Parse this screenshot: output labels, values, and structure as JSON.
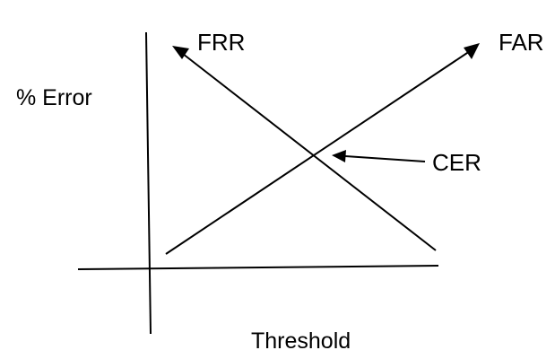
{
  "axes": {
    "y_label": "% Error",
    "x_label": "Threshold"
  },
  "curves": {
    "frr_label": "FRR",
    "far_label": "FAR"
  },
  "annotation": {
    "cer_label": "CER"
  },
  "colors": {
    "line": "#000000",
    "background": "#ffffff"
  }
}
